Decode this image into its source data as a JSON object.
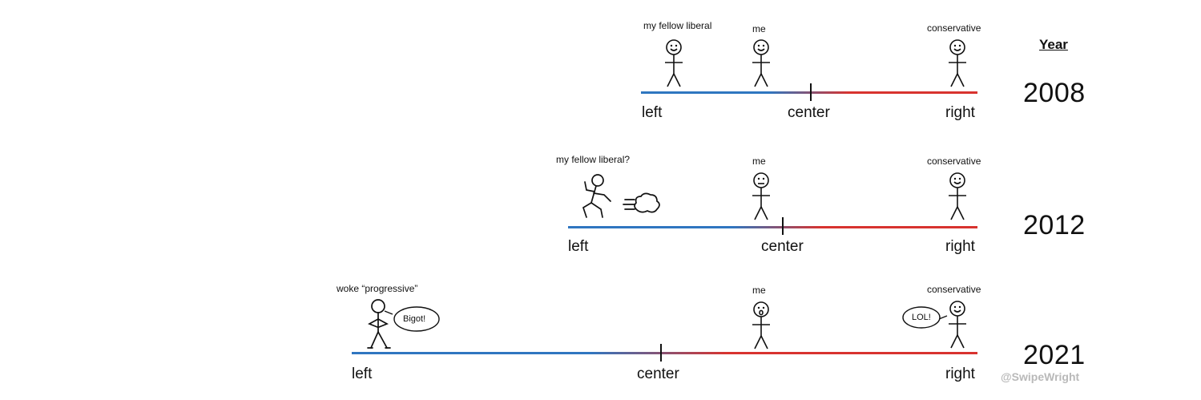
{
  "header": {
    "year_label": "Year"
  },
  "colors": {
    "left": "#2f76c0",
    "right": "#d8332f",
    "ink": "#111111",
    "watermark": "#b9b9b9"
  },
  "rows": [
    {
      "year": "2008",
      "axis": {
        "left": "left",
        "center": "center",
        "right": "right"
      },
      "labels": {
        "liberal": "my fellow liberal",
        "me": "me",
        "conservative": "conservative"
      }
    },
    {
      "year": "2012",
      "axis": {
        "left": "left",
        "center": "center",
        "right": "right"
      },
      "labels": {
        "liberal": "my fellow liberal?",
        "me": "me",
        "conservative": "conservative"
      }
    },
    {
      "year": "2021",
      "axis": {
        "left": "left",
        "center": "center",
        "right": "right"
      },
      "labels": {
        "liberal": "woke “progressive”",
        "me": "me",
        "conservative": "conservative"
      },
      "bubbles": {
        "liberal": "Bigot!",
        "conservative": "LOL!"
      }
    }
  ],
  "watermark": "@SwipeWright"
}
